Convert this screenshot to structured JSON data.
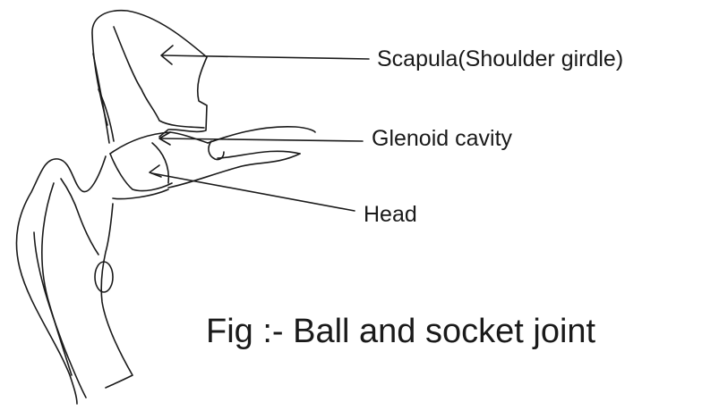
{
  "labels": {
    "scapula": "Scapula(Shoulder girdle)",
    "glenoid": "Glenoid cavity",
    "head": "Head"
  },
  "caption": "Fig :- Ball and socket joint",
  "colors": {
    "line": "#1a1a1a",
    "background": "#ffffff"
  }
}
